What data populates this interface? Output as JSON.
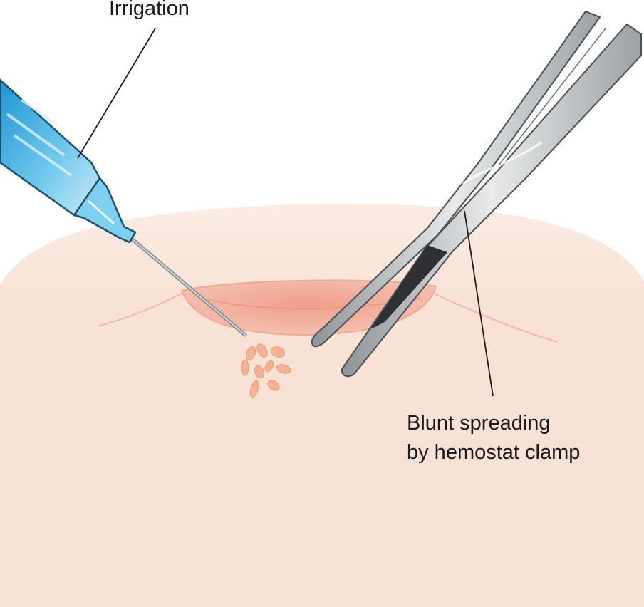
{
  "labels": {
    "irrigation": "Irrigation",
    "clamp_line1": "Blunt spreading",
    "clamp_line2": "by hemostat clamp"
  },
  "colors": {
    "skin": "#f8e4d8",
    "incision": "#ec9a86",
    "droplets": "#f4b493",
    "syringe": "#55b7e4",
    "metal": "#bfc3c6",
    "text": "#1a1a1a"
  }
}
